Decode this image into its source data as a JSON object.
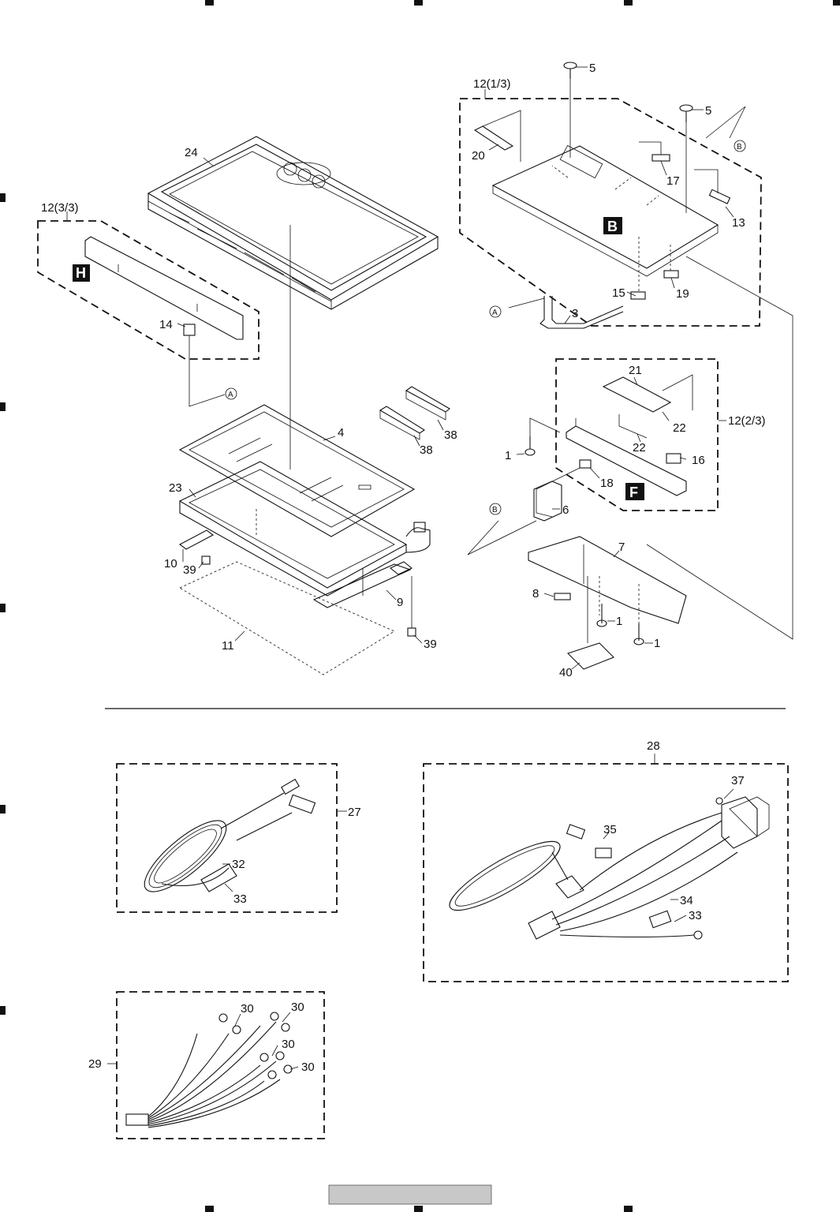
{
  "callouts": {
    "c5a": "5",
    "c5b": "5",
    "c12_1": "12(1/3)",
    "c12_2": "12(2/3)",
    "c12_3": "12(3/3)",
    "c20": "20",
    "c17": "17",
    "c13": "13",
    "c15": "15",
    "c19": "19",
    "c3": "3",
    "c24": "24",
    "c14": "14",
    "c21": "21",
    "c22a": "22",
    "c22b": "22",
    "c16": "16",
    "c18": "18",
    "c1a": "1",
    "c1b": "1",
    "c1c": "1",
    "c4": "4",
    "c38a": "38",
    "c38b": "38",
    "c23": "23",
    "c6": "6",
    "c7": "7",
    "c8": "8",
    "c10": "10",
    "c39a": "39",
    "c39b": "39",
    "c9": "9",
    "c11": "11",
    "c40": "40",
    "c28": "28",
    "c37": "37",
    "c35": "35",
    "c34": "34",
    "c33a": "33",
    "c33b": "33",
    "c27": "27",
    "c32": "32",
    "c29": "29",
    "c30a": "30",
    "c30b": "30",
    "c30c": "30",
    "c30d": "30"
  },
  "board_labels": {
    "B": "B",
    "H": "H",
    "F": "F"
  },
  "refs": {
    "A1": "A",
    "A2": "A",
    "B1": "B",
    "B2": "B"
  }
}
